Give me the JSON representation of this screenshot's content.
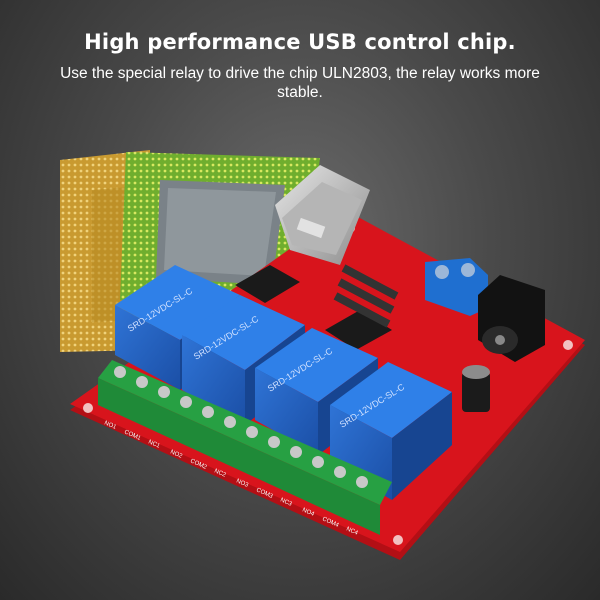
{
  "banner": {
    "headline": "High performance USB control chip.",
    "description": "Use the special relay to drive the chip ULN2803, the relay works more stable."
  },
  "relays": [
    {
      "label": "SRD-12VDC-SL-C"
    },
    {
      "label": "SRD-12VDC-SL-C"
    },
    {
      "label": "SRD-12VDC-SL-C"
    },
    {
      "label": "SRD-12VDC-SL-C"
    }
  ],
  "terminals": [
    "NO1",
    "COM1",
    "NC1",
    "NO2",
    "COM2",
    "NC2",
    "NO3",
    "COM3",
    "NC3",
    "NO4",
    "COM4",
    "NC4"
  ],
  "colors": {
    "background": "#3a3a3a",
    "board": "#d8141c",
    "relay": "#1f5fbf",
    "terminal": "#2fae4a",
    "chip_gold": "#c9a33a",
    "chip_green": "#7bbf3a"
  }
}
